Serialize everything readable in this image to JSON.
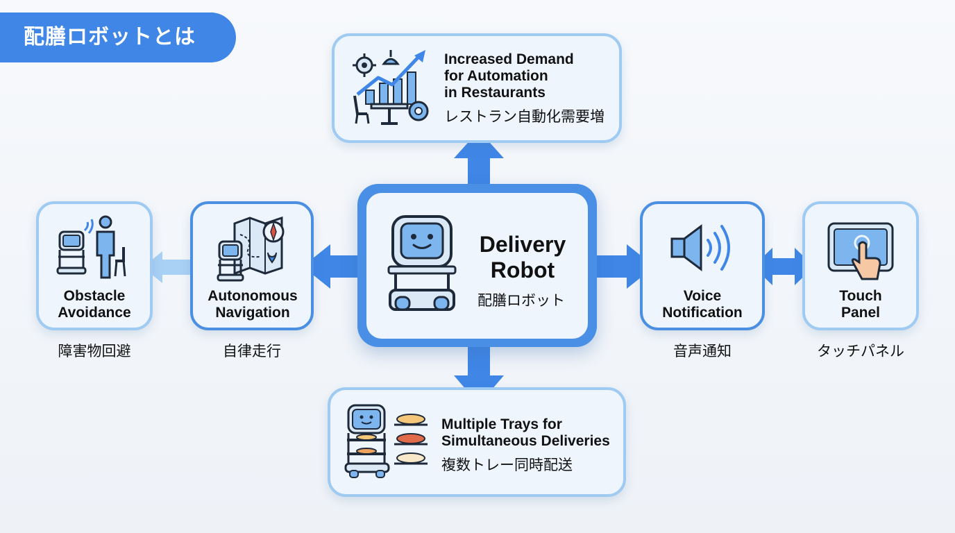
{
  "title": "配膳ロボットとは",
  "center": {
    "title_line1": "Delivery",
    "title_line2": "Robot",
    "jp": "配膳ロボット"
  },
  "top": {
    "line1": "Increased Demand",
    "line2": "for Automation",
    "line3": "in Restaurants",
    "jp": "レストラン自動化需要増",
    "icon": "restaurant-automation-icon"
  },
  "bottom": {
    "line1": "Multiple Trays for",
    "line2": "Simultaneous Deliveries",
    "jp": "複数トレー同時配送",
    "icon": "multi-tray-robot-icon"
  },
  "obstacle": {
    "line1": "Obstacle",
    "line2": "Avoidance",
    "jp": "障害物回避",
    "icon": "obstacle-avoidance-icon"
  },
  "navigation": {
    "line1": "Autonomous",
    "line2": "Navigation",
    "jp": "自律走行",
    "icon": "map-compass-icon"
  },
  "voice": {
    "line1": "Voice",
    "line2": "Notification",
    "jp": "音声通知",
    "icon": "speaker-icon"
  },
  "touch": {
    "line1": "Touch",
    "line2": "Panel",
    "jp": "タッチパネル",
    "icon": "touch-panel-icon"
  },
  "colors": {
    "accent": "#3f86e6",
    "card_border": "#9fcaf1",
    "card_fill": "#eef5fd",
    "arrow_light": "#a9d0f5",
    "arrow_main": "#3f86e6"
  }
}
